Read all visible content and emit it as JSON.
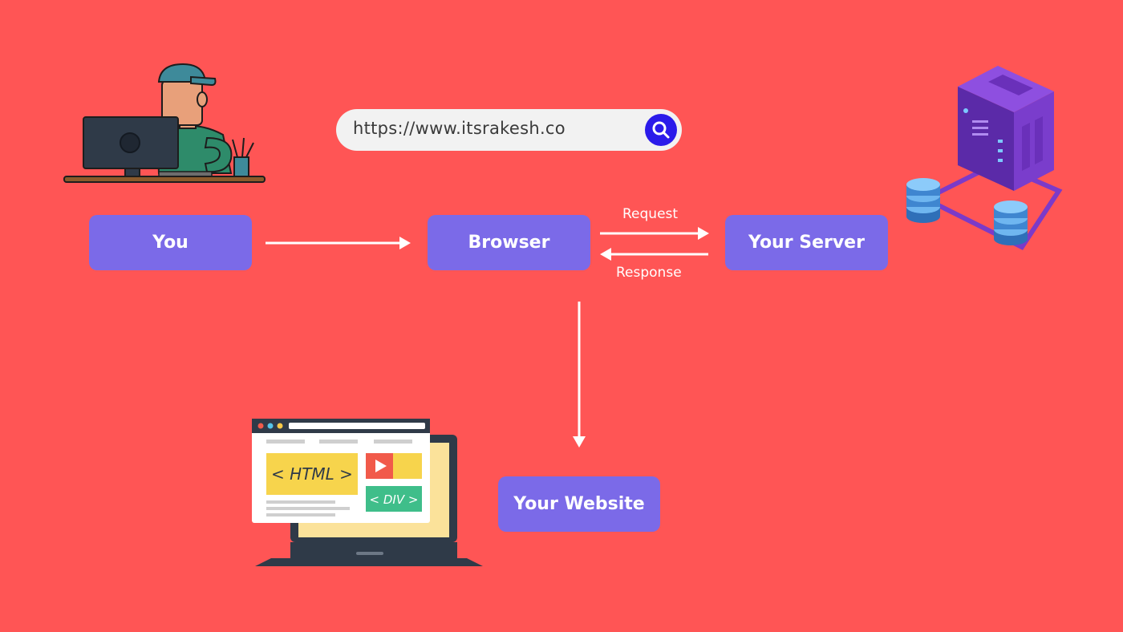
{
  "search": {
    "url": "https://www.itsrakesh.co"
  },
  "nodes": {
    "you": "You",
    "browser": "Browser",
    "server": "Your Server",
    "website": "Your Website"
  },
  "edges": {
    "request": "Request",
    "response": "Response"
  },
  "website_illustration": {
    "html_tag": "< HTML >",
    "div_tag": "< DIV >"
  },
  "colors": {
    "background": "#FF5555",
    "node_fill": "#7B6AE8",
    "search_button": "#2B1BEA",
    "arrow": "#FFFFFF"
  },
  "icons": [
    "person-at-computer-icon",
    "server-icon",
    "database-icon",
    "laptop-website-icon",
    "search-icon"
  ]
}
